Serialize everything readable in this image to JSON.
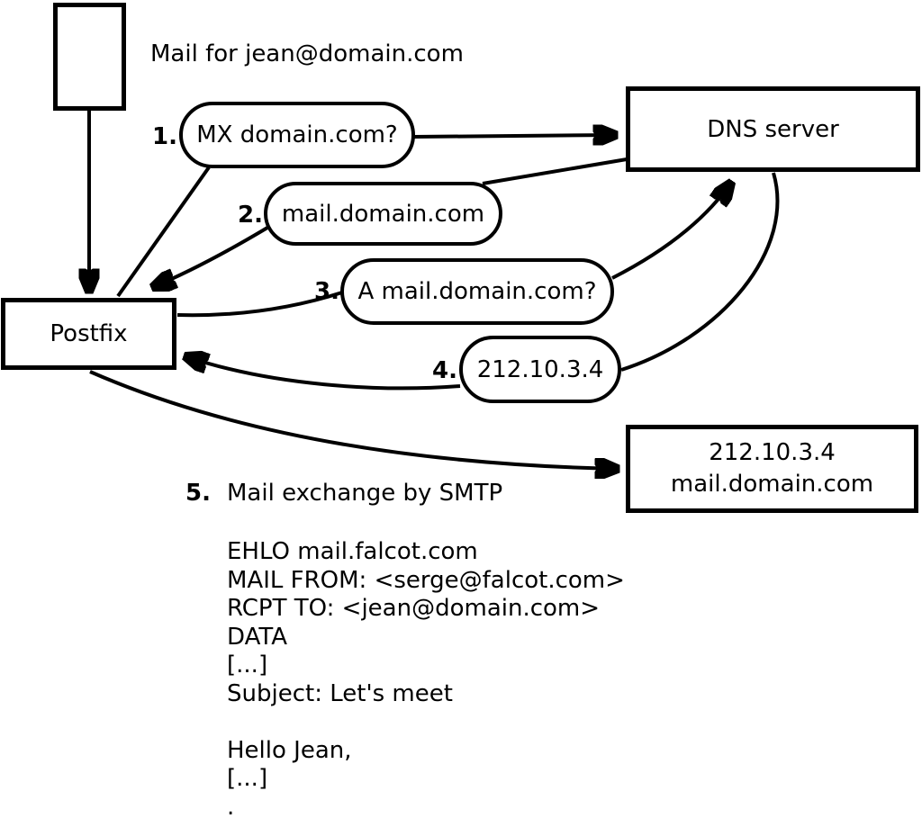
{
  "diagram": {
    "mail_for_label": "Mail for jean@domain.com",
    "nodes": {
      "postfix": "Postfix",
      "dns_server": "DNS server",
      "mail_server": {
        "ip": "212.10.3.4",
        "hostname": "mail.domain.com"
      }
    },
    "steps": [
      {
        "num": "1.",
        "label": "MX domain.com?"
      },
      {
        "num": "2.",
        "label": "mail.domain.com"
      },
      {
        "num": "3.",
        "label": "A mail.domain.com?"
      },
      {
        "num": "4.",
        "label": "212.10.3.4"
      },
      {
        "num": "5.",
        "label": "Mail exchange by SMTP"
      }
    ],
    "smtp_session": "EHLO mail.falcot.com\nMAIL FROM: <serge@falcot.com>\nRCPT TO: <jean@domain.com>\nDATA\n[...]\nSubject: Let's meet\n\nHello Jean,\n[...]\n.",
    "colors": {
      "stroke": "#000000",
      "background": "#ffffff"
    }
  }
}
